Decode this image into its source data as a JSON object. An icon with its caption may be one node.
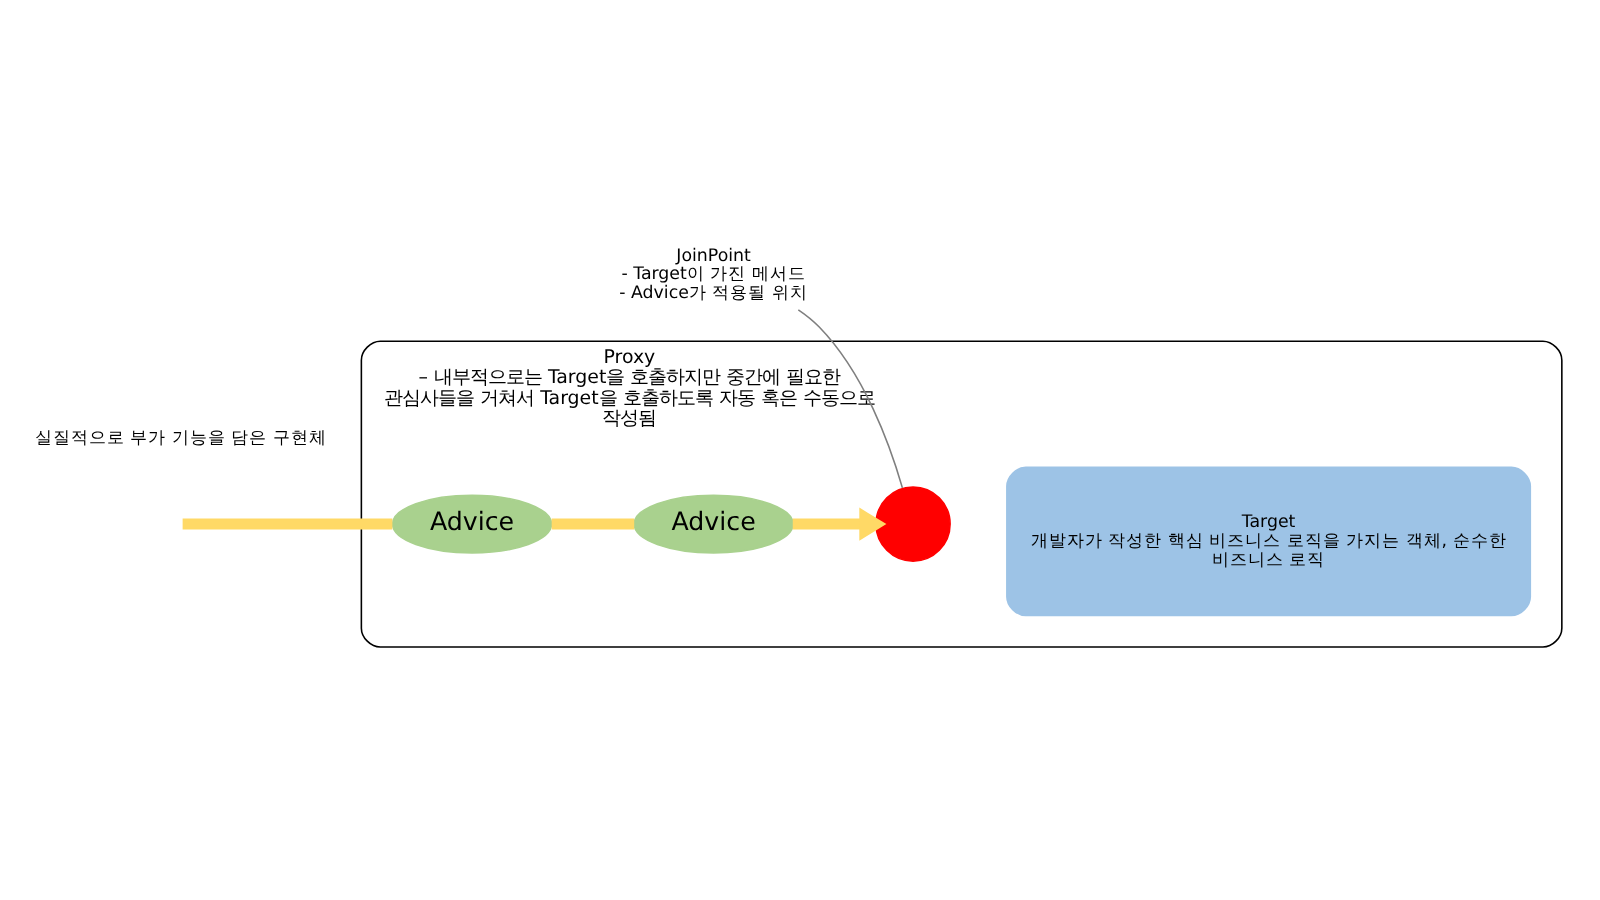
{
  "diagram": {
    "nodes": [
      {
        "text": [
          "Proxy",
          "– 내부적으로는 Target을 호출하지만 중간에 필요한 관심사들을 거쳐서 Target을 호출하도록 자동 혹은 수동으로 작성됨"
        ]
      },
      {
        "text": [
          "Advice"
        ],
        "in": 0
      },
      {
        "text": [
          "Advice"
        ],
        "in": 0
      },
      {
        "text": [],
        "shape": "circle",
        "in": 0
      },
      {
        "text": [
          "Target",
          "개발자가 작성한 핵심 비즈니스 로직을 가지는 객체, 순수한 비즈니스 로직"
        ],
        "in": 0
      },
      {
        "text": [
          "JoinPoint",
          "- Target이 가진 메서드",
          "- Advice가 적용될 위치"
        ]
      }
    ],
    "edges": [
      {
        "from": null,
        "to": 1,
        "arrow": "none"
      },
      {
        "from": 1,
        "to": 2,
        "arrow": "none"
      },
      {
        "from": 2,
        "to": 3,
        "arrow": "to"
      },
      {
        "from": 5,
        "to": 3,
        "arrow": "none",
        "color": "#7f7f7f"
      }
    ],
    "labels": [
      "실질적으로 부가 기능을 담은 구현체"
    ]
  }
}
